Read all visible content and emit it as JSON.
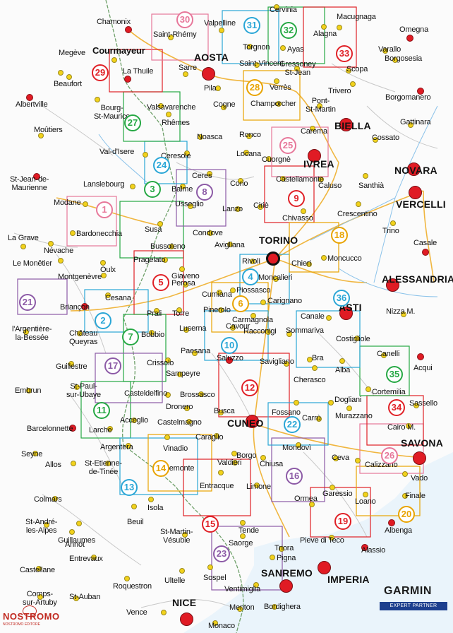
{
  "colors": {
    "road_major": "#e8a300",
    "road_minor": "#bbbbbb",
    "border": "#6fa06a",
    "water": "#5aa9e6",
    "town_dot": "#f2d21b",
    "city_dot": "#e01b24"
  },
  "towns": [
    {
      "name": "Chamonix",
      "kind": "r"
    },
    {
      "name": "Courmayeur",
      "kind": "r"
    },
    {
      "name": "Megève",
      "kind": "y"
    },
    {
      "name": "La Thuile",
      "kind": "y"
    },
    {
      "name": "Beaufort",
      "kind": "y"
    },
    {
      "name": "Albertville",
      "kind": "r"
    },
    {
      "name": "Bourg-\nSt-Maurice",
      "kind": "y"
    },
    {
      "name": "Moûtiers",
      "kind": "y"
    },
    {
      "name": "Val-d'Isere",
      "kind": "y"
    },
    {
      "name": "St-Jean-de-\nMaurienne",
      "kind": "r"
    },
    {
      "name": "Lanslebourg",
      "kind": "y"
    },
    {
      "name": "Modane",
      "kind": "y"
    },
    {
      "name": "Bardonecchia",
      "kind": "y"
    },
    {
      "name": "La Grave",
      "kind": "y"
    },
    {
      "name": "Névache",
      "kind": "y"
    },
    {
      "name": "Le Monêtier",
      "kind": "y"
    },
    {
      "name": "Oulx",
      "kind": "y"
    },
    {
      "name": "Montgenèvre",
      "kind": "y"
    },
    {
      "name": "Cesana",
      "kind": "y"
    },
    {
      "name": "Briançon",
      "kind": "r"
    },
    {
      "name": "l'Argentière-\nla-Bessée",
      "kind": "y"
    },
    {
      "name": "Château\nQueyras",
      "kind": "y"
    },
    {
      "name": "Guillestre",
      "kind": "y"
    },
    {
      "name": "Embrun",
      "kind": "y"
    },
    {
      "name": "St-Paul-\nsur-Ubaye",
      "kind": "y"
    },
    {
      "name": "Barcelonnette",
      "kind": "r"
    },
    {
      "name": "Larche",
      "kind": "y"
    },
    {
      "name": "Seyne",
      "kind": "y"
    },
    {
      "name": "Allos",
      "kind": "y"
    },
    {
      "name": "St-Etienne-\nde-Tinée",
      "kind": "y"
    },
    {
      "name": "Colmars",
      "kind": "y"
    },
    {
      "name": "St-André-\nles-Alpes",
      "kind": "y"
    },
    {
      "name": "Annot",
      "kind": "y"
    },
    {
      "name": "Guillaumes",
      "kind": "y"
    },
    {
      "name": "Beuil",
      "kind": "y"
    },
    {
      "name": "Entrevaux",
      "kind": "y"
    },
    {
      "name": "Castellane",
      "kind": "y"
    },
    {
      "name": "Comps-\nsur-Artuby",
      "kind": "y"
    },
    {
      "name": "St-Auban",
      "kind": "y"
    },
    {
      "name": "Roquestron",
      "kind": "y"
    },
    {
      "name": "Vence",
      "kind": "y"
    },
    {
      "name": "NICE",
      "kind": "R"
    },
    {
      "name": "Monaco",
      "kind": "y"
    },
    {
      "name": "Menton",
      "kind": "y"
    },
    {
      "name": "Ventimiglia",
      "kind": "y"
    },
    {
      "name": "Bordighera",
      "kind": "y"
    },
    {
      "name": "SANREMO",
      "kind": "R"
    },
    {
      "name": "IMPERIA",
      "kind": "R"
    },
    {
      "name": "Pigna",
      "kind": "y"
    },
    {
      "name": "Sospel",
      "kind": "y"
    },
    {
      "name": "Ultelle",
      "kind": "y"
    },
    {
      "name": "St-Martin-\nVésubie",
      "kind": "y"
    },
    {
      "name": "Isola",
      "kind": "y"
    },
    {
      "name": "Vinadio",
      "kind": "y"
    },
    {
      "name": "Argentera",
      "kind": "y"
    },
    {
      "name": "Acceglio",
      "kind": "y"
    },
    {
      "name": "Demonte",
      "kind": "y"
    },
    {
      "name": "Valdieri",
      "kind": "y"
    },
    {
      "name": "Entracque",
      "kind": "y"
    },
    {
      "name": "Borgo",
      "kind": "y"
    },
    {
      "name": "Limone",
      "kind": "y"
    },
    {
      "name": "Tende",
      "kind": "y"
    },
    {
      "name": "Saorge",
      "kind": "y"
    },
    {
      "name": "Triora",
      "kind": "y"
    },
    {
      "name": "Pieve di Teco",
      "kind": "y"
    },
    {
      "name": "Alassio",
      "kind": "r"
    },
    {
      "name": "Albenga",
      "kind": "r"
    },
    {
      "name": "Ormea",
      "kind": "y"
    },
    {
      "name": "Garessio",
      "kind": "y"
    },
    {
      "name": "Loano",
      "kind": "y"
    },
    {
      "name": "Finale",
      "kind": "y"
    },
    {
      "name": "Vado",
      "kind": "y"
    },
    {
      "name": "SAVONA",
      "kind": "R"
    },
    {
      "name": "Calizzano",
      "kind": "y"
    },
    {
      "name": "Ceva",
      "kind": "y"
    },
    {
      "name": "Mondovì",
      "kind": "y"
    },
    {
      "name": "Chiusa",
      "kind": "y"
    },
    {
      "name": "CUNEO",
      "kind": "R"
    },
    {
      "name": "Caraglio",
      "kind": "y"
    },
    {
      "name": "Busca",
      "kind": "y"
    },
    {
      "name": "Castelmagno",
      "kind": "y"
    },
    {
      "name": "Dronero",
      "kind": "y"
    },
    {
      "name": "Brossasco",
      "kind": "y"
    },
    {
      "name": "Sampeyre",
      "kind": "y"
    },
    {
      "name": "Casteldelfino",
      "kind": "y"
    },
    {
      "name": "Crissolo",
      "kind": "y"
    },
    {
      "name": "Paesana",
      "kind": "y"
    },
    {
      "name": "Saluzzo",
      "kind": "r"
    },
    {
      "name": "Savigliano",
      "kind": "y"
    },
    {
      "name": "Fossano",
      "kind": "y"
    },
    {
      "name": "Carrù",
      "kind": "y"
    },
    {
      "name": "Murazzano",
      "kind": "y"
    },
    {
      "name": "Dogliani",
      "kind": "y"
    },
    {
      "name": "Cherasco",
      "kind": "y"
    },
    {
      "name": "Bra",
      "kind": "y"
    },
    {
      "name": "Alba",
      "kind": "y"
    },
    {
      "name": "Cortemilia",
      "kind": "y"
    },
    {
      "name": "Cairo M.",
      "kind": "y"
    },
    {
      "name": "Sassello",
      "kind": "y"
    },
    {
      "name": "Acqui",
      "kind": "r"
    },
    {
      "name": "Canelli",
      "kind": "y"
    },
    {
      "name": "Nizza M.",
      "kind": "y"
    },
    {
      "name": "ASTI",
      "kind": "R"
    },
    {
      "name": "Costigliole",
      "kind": "y"
    },
    {
      "name": "Canale",
      "kind": "y"
    },
    {
      "name": "Sommariva",
      "kind": "y"
    },
    {
      "name": "Racconigi",
      "kind": "y"
    },
    {
      "name": "Carmagnola",
      "kind": "y"
    },
    {
      "name": "Carignano",
      "kind": "y"
    },
    {
      "name": "Moncalieri",
      "kind": "y"
    },
    {
      "name": "TORINO",
      "kind": "T"
    },
    {
      "name": "Chieri",
      "kind": "y"
    },
    {
      "name": "Moncucco",
      "kind": "y"
    },
    {
      "name": "ALESSANDRIA",
      "kind": "R"
    },
    {
      "name": "Casale",
      "kind": "r"
    },
    {
      "name": "Trino",
      "kind": "y"
    },
    {
      "name": "VERCELLI",
      "kind": "R"
    },
    {
      "name": "NOVARA",
      "kind": "R"
    },
    {
      "name": "Santhià",
      "kind": "y"
    },
    {
      "name": "Crescentino",
      "kind": "y"
    },
    {
      "name": "Chivasso",
      "kind": "y"
    },
    {
      "name": "Caluso",
      "kind": "y"
    },
    {
      "name": "Castellamonte",
      "kind": "y"
    },
    {
      "name": "IVREA",
      "kind": "R"
    },
    {
      "name": "BIELLA",
      "kind": "R"
    },
    {
      "name": "Cossato",
      "kind": "y"
    },
    {
      "name": "Gattinara",
      "kind": "y"
    },
    {
      "name": "Borgomanero",
      "kind": "r"
    },
    {
      "name": "Borgosesia",
      "kind": "y"
    },
    {
      "name": "Varallo",
      "kind": "y"
    },
    {
      "name": "Omegna",
      "kind": "r"
    },
    {
      "name": "Macugnaga",
      "kind": "y"
    },
    {
      "name": "Alagna",
      "kind": "y"
    },
    {
      "name": "Scopa",
      "kind": "y"
    },
    {
      "name": "Trivero",
      "kind": "y"
    },
    {
      "name": "Gressoney\nSt-Jean",
      "kind": "y"
    },
    {
      "name": "Cervinia",
      "kind": "y"
    },
    {
      "name": "Ayas",
      "kind": "y"
    },
    {
      "name": "Torgnon",
      "kind": "y"
    },
    {
      "name": "Valpelline",
      "kind": "y"
    },
    {
      "name": "Saint-Rhémy",
      "kind": "y"
    },
    {
      "name": "AOSTA",
      "kind": "R"
    },
    {
      "name": "Sarre",
      "kind": "y"
    },
    {
      "name": "Pila",
      "kind": "y"
    },
    {
      "name": "Saint-Vincent",
      "kind": "y"
    },
    {
      "name": "Verrès",
      "kind": "y"
    },
    {
      "name": "Pont-\nSt-Martin",
      "kind": "y"
    },
    {
      "name": "Carema",
      "kind": "y"
    },
    {
      "name": "Champorcher",
      "kind": "y"
    },
    {
      "name": "Cogne",
      "kind": "y"
    },
    {
      "name": "Valsavarenche",
      "kind": "y"
    },
    {
      "name": "Rhêmes",
      "kind": "y"
    },
    {
      "name": "Noasca",
      "kind": "y"
    },
    {
      "name": "Ceresole",
      "kind": "y"
    },
    {
      "name": "Ronco",
      "kind": "y"
    },
    {
      "name": "Locana",
      "kind": "y"
    },
    {
      "name": "Cuorgnè",
      "kind": "y"
    },
    {
      "name": "Corio",
      "kind": "y"
    },
    {
      "name": "Ciriè",
      "kind": "y"
    },
    {
      "name": "Lanzo",
      "kind": "y"
    },
    {
      "name": "Ceres",
      "kind": "y"
    },
    {
      "name": "Balme",
      "kind": "y"
    },
    {
      "name": "Usseglio",
      "kind": "y"
    },
    {
      "name": "Susa",
      "kind": "y"
    },
    {
      "name": "Condove",
      "kind": "y"
    },
    {
      "name": "Bussoleno",
      "kind": "y"
    },
    {
      "name": "Avigliana",
      "kind": "y"
    },
    {
      "name": "Rivoli",
      "kind": "y"
    },
    {
      "name": "Pragelato",
      "kind": "y"
    },
    {
      "name": "Giaveno",
      "kind": "y"
    },
    {
      "name": "Perosa",
      "kind": "y"
    },
    {
      "name": "Cumiana",
      "kind": "y"
    },
    {
      "name": "Piossasco",
      "kind": "y"
    },
    {
      "name": "Prali",
      "kind": "y"
    },
    {
      "name": "Torre",
      "kind": "y"
    },
    {
      "name": "Pinerolo",
      "kind": "y"
    },
    {
      "name": "Luserna",
      "kind": "y"
    },
    {
      "name": "Bobbio",
      "kind": "y"
    },
    {
      "name": "Cavour",
      "kind": "y"
    }
  ],
  "sheets": [
    {
      "label": "1",
      "color": "#e7779a"
    },
    {
      "label": "2",
      "color": "#2aa6d6"
    },
    {
      "label": "3",
      "color": "#26a844"
    },
    {
      "label": "4",
      "color": "#2aa6d6"
    },
    {
      "label": "5",
      "color": "#e02026"
    },
    {
      "label": "6",
      "color": "#e8a300"
    },
    {
      "label": "7",
      "color": "#26a844"
    },
    {
      "label": "8",
      "color": "#8c5aa6"
    },
    {
      "label": "9",
      "color": "#e02026"
    },
    {
      "label": "10",
      "color": "#2aa6d6"
    },
    {
      "label": "11",
      "color": "#26a844"
    },
    {
      "label": "12",
      "color": "#e02026"
    },
    {
      "label": "13",
      "color": "#2aa6d6"
    },
    {
      "label": "14",
      "color": "#e8a300"
    },
    {
      "label": "15",
      "color": "#e02026"
    },
    {
      "label": "16",
      "color": "#8c5aa6"
    },
    {
      "label": "17",
      "color": "#8c5aa6"
    },
    {
      "label": "18",
      "color": "#e8a300"
    },
    {
      "label": "19",
      "color": "#e02026"
    },
    {
      "label": "20",
      "color": "#e8a300"
    },
    {
      "label": "21",
      "color": "#8c5aa6"
    },
    {
      "label": "22",
      "color": "#2aa6d6"
    },
    {
      "label": "23",
      "color": "#8c5aa6"
    },
    {
      "label": "24",
      "color": "#2aa6d6"
    },
    {
      "label": "25",
      "color": "#e7779a"
    },
    {
      "label": "26",
      "color": "#e7779a"
    },
    {
      "label": "27",
      "color": "#26a844"
    },
    {
      "label": "28",
      "color": "#e8a300"
    },
    {
      "label": "29",
      "color": "#e02026"
    },
    {
      "label": "30",
      "color": "#e7779a"
    },
    {
      "label": "31",
      "color": "#2aa6d6"
    },
    {
      "label": "32",
      "color": "#26a844"
    },
    {
      "label": "33",
      "color": "#e02026"
    },
    {
      "label": "34",
      "color": "#e02026"
    },
    {
      "label": "35",
      "color": "#26a844"
    },
    {
      "label": "36",
      "color": "#2aa6d6"
    }
  ],
  "logo": {
    "name": "NOSTROMO",
    "subtitle": "NOSTROMO EDITORE"
  },
  "partner": {
    "brand": "GARMIN",
    "badge": "EXPERT PARTNER"
  }
}
